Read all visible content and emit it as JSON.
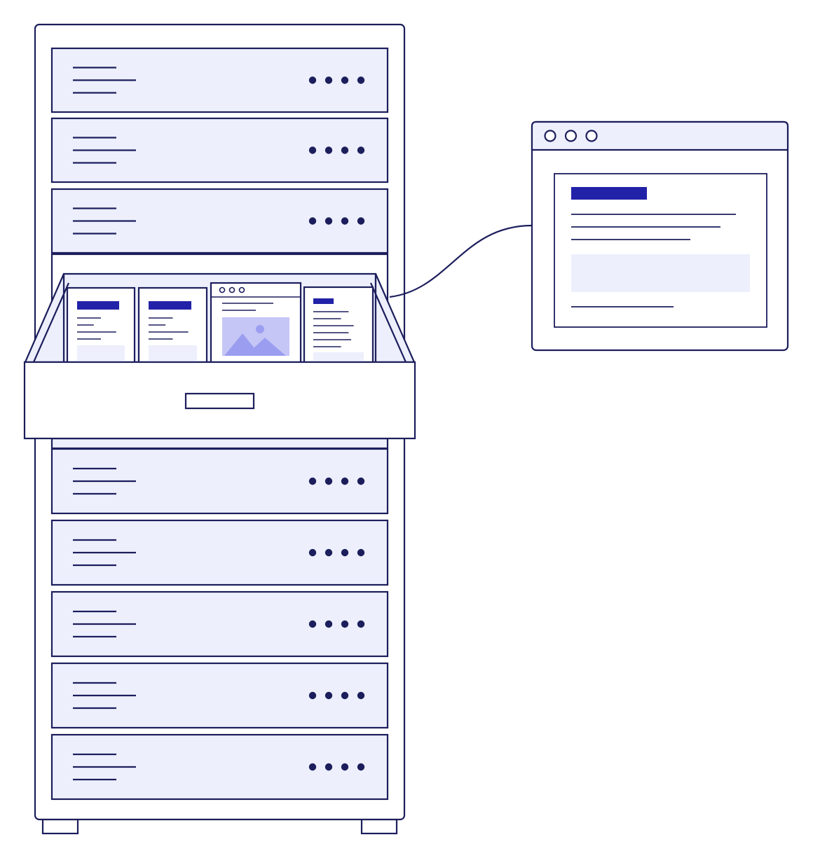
{
  "colors": {
    "stroke": "#1c1e5c",
    "fill_light": "#edeffc",
    "accent": "#2222a8",
    "image_fill": "#c5c6f5",
    "image_shape": "#9b9ef0",
    "background": "#ffffff"
  },
  "rack": {
    "slots_above": [
      {
        "led_count": 4,
        "icon": "server-unit"
      },
      {
        "led_count": 4,
        "icon": "server-unit"
      },
      {
        "led_count": 4,
        "icon": "server-unit"
      }
    ],
    "slots_below": [
      {
        "led_count": 4,
        "icon": "server-unit"
      },
      {
        "led_count": 4,
        "icon": "server-unit"
      },
      {
        "led_count": 4,
        "icon": "server-unit"
      },
      {
        "led_count": 4,
        "icon": "server-unit"
      },
      {
        "led_count": 4,
        "icon": "server-unit"
      }
    ],
    "drawer": {
      "icon": "open-drawer",
      "documents": [
        {
          "kind": "text-document"
        },
        {
          "kind": "text-document"
        },
        {
          "kind": "browser-image-document"
        },
        {
          "kind": "text-document-small-title"
        }
      ]
    }
  },
  "browser_window": {
    "icon": "browser-window",
    "control_dot_count": 3
  },
  "connector": {
    "icon": "cable-connector"
  }
}
